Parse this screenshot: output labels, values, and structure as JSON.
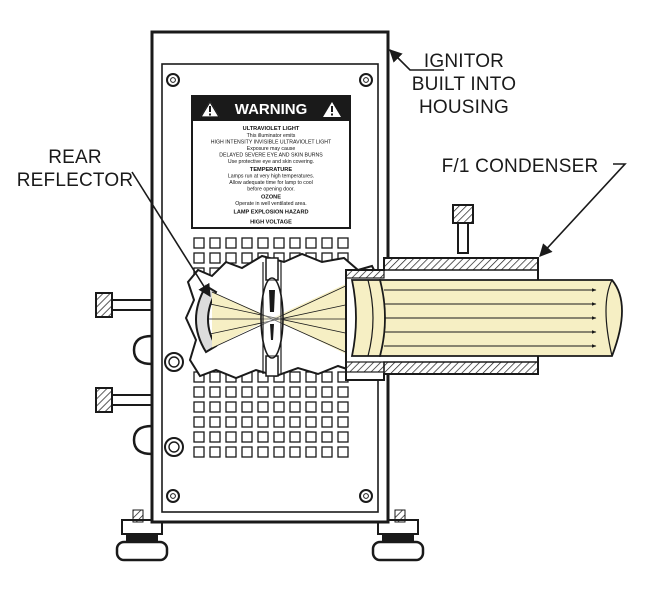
{
  "labels": {
    "ignitor_line1": "IGNITOR",
    "ignitor_line2": "BUILT INTO",
    "ignitor_line3": "HOUSING",
    "rear_line1": "REAR",
    "rear_line2": "REFLECTOR",
    "condenser": "F/1 CONDENSER"
  },
  "warning": {
    "title": "WARNING",
    "s1_head": "ULTRAVIOLET LIGHT",
    "s1_l1": "This illuminator emits",
    "s1_l2": "HIGH INTENSITY INVISIBLE ULTRAVIOLET LIGHT",
    "s1_l3": "Exposure may cause",
    "s1_l4": "DELAYED SEVERE EYE AND SKIN BURNS",
    "s1_l5": "Use protective eye and skin covering.",
    "s2_head": "TEMPERATURE",
    "s2_l1": "Lamps run at very high temperatures.",
    "s2_l2": "Allow adequate time for lamp to cool",
    "s2_l3": "before opening door.",
    "s3_head": "OZONE",
    "s3_l1": "Operate in well ventilated area.",
    "s4_head": "LAMP EXPLOSION HAZARD",
    "s5_head": "HIGH VOLTAGE"
  },
  "colors": {
    "ink": "#1a1a1a",
    "beam": "#f6efc4",
    "reflector": "#dcdcdc",
    "warning_bg": "#1a1a1a"
  },
  "icons": [
    "warning-triangle-icon",
    "arrow-icon",
    "knob-icon",
    "screw-icon"
  ]
}
